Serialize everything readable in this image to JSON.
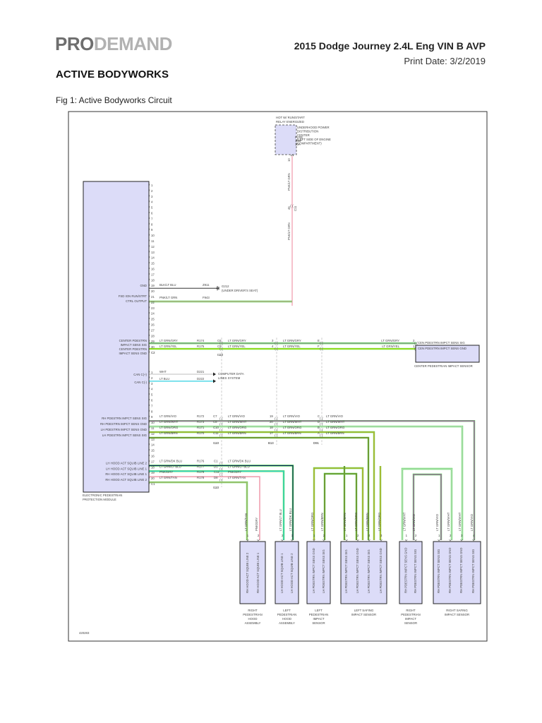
{
  "header": {
    "logo_part1": "PRO",
    "logo_part2": "DEMAND",
    "vehicle": "2015 Dodge Journey 2.4L Eng VIN B AVP",
    "print_date": "Print Date: 3/2/2019",
    "section_title": "ACTIVE BODYWORKS",
    "figure_caption": "Fig 1: Active Bodyworks Circuit"
  },
  "diagram": {
    "figure_id": "420283",
    "colors": {
      "module_fill": "#dcdcf8",
      "lt_grn": "#4cd94c",
      "pnk": "#f0a0b0",
      "vio": "#c040c0",
      "wht": "#dddddd",
      "org": "#e8a020",
      "brn": "#8a6a20",
      "yel": "#c8e000",
      "gry": "#999999",
      "dk_blu": "#102060",
      "lt_blu": "#30d0e0",
      "tan": "#c8b080",
      "blk": "#333333"
    },
    "fuse_box": {
      "header": [
        "HOT W/ RUN/START",
        "RELAY ENERGIZED"
      ],
      "label": [
        "UNDERHOOD POWER",
        "DISTRIBUTION",
        "CENTER",
        "(LEFT SIDE OF ENGINE",
        "COMPARTMENT)"
      ],
      "fuse": [
        "FUSE",
        "108F",
        "10A"
      ],
      "pin": "10",
      "wire_upper": "PNK/LT GRN",
      "wire_lower": "PNK/LT GRN",
      "inline_pin": "46",
      "inline_conn": "C11"
    },
    "module": {
      "name": [
        "ELECTRONIC PEDESTRIAN",
        "PROTECTION MODULE"
      ],
      "conn1_pins": [
        "1",
        "2",
        "3",
        "4",
        "5",
        "6",
        "7",
        "8",
        "9",
        "10",
        "11",
        "12",
        "13",
        "14",
        "15",
        "16",
        "17",
        "18",
        "19",
        "20",
        "21",
        "22",
        "23",
        "24",
        "25",
        "26",
        "27",
        "28",
        "29",
        "30",
        "C2"
      ],
      "conn2_pins": [
        "1",
        "2",
        "3",
        "4",
        "5",
        "6",
        "7",
        "8",
        "9",
        "10",
        "11",
        "12",
        "13",
        "14",
        "15",
        "16",
        "17",
        "18",
        "19",
        "20",
        "C1"
      ],
      "pin_labels": {
        "gnd": "GND",
        "fsd1": "FSD IGN RUN/STRT",
        "fsd2": "CTRL OUTPUT",
        "cen_sig1": "CENTER PDESTRN",
        "cen_sig2": "IMPACT SENS SIG",
        "cen_gnd1": "CENTER PDESTRN",
        "cen_gnd2": "IMPACT SENS GND",
        "can_h": "CAN C(+)",
        "can_l": "CAN C(-)",
        "rh_sig": "RH PDESTRN IMPCT SENS SIG",
        "rh_gnd": "RH PDESTRN IMPCT SENS GND",
        "lh_gnd": "LH PDESTRN IMPCT SENS GND",
        "lh_sig": "LH PDESTRN IMPCT SENS SIG",
        "lh_sq2": "LH HOOD ACT SQUIB LINE 2",
        "lh_sq1": "LH HOOD ACT SQUIB LINE 1",
        "rh_sq1": "RH HOOD ACT SQUIB LINE 1",
        "rh_sq2": "RH HOOD ACT SQUIB LINE 2"
      }
    },
    "ground": {
      "pin": "19",
      "wire": "BLK/LT BLU",
      "circuit": "Z911",
      "ground_id": "G212",
      "location": "(UNDER DRIVER'S SEAT)"
    },
    "fsd": {
      "pin": "21",
      "wire": "PNK/LT GRN",
      "circuit": "F943"
    },
    "center_circuits": [
      {
        "pin": "29",
        "wire": "LT GRN/GRY",
        "circuit": "R174",
        "c1": "C6",
        "wire2": "LT GRN/GRY",
        "p2": "3",
        "wire3": "LT GRN/GRY",
        "p3": "E",
        "wire4": "LT GRN/GRY",
        "p4": "2"
      },
      {
        "pin": "30",
        "wire": "LT GRN/YEL",
        "circuit": "R175",
        "c1": "C5",
        "wire2": "LT GRN/YEL",
        "p2": "4",
        "wire3": "LT GRN/YEL",
        "p3": "F",
        "wire4": "LT GRN/YEL",
        "p4": "1"
      }
    ],
    "center_conns": [
      "I110"
    ],
    "center_sensor": {
      "pins": [
        "CEN PDESTRN IMPCT SENS SIG",
        "CEN PDESTRN IMPCT SENS GND"
      ],
      "name": "CENTER PEDESTRIAN IMPACT SENSOR"
    },
    "can": [
      {
        "pin": "1",
        "wire": "WHT",
        "circuit": "D221"
      },
      {
        "pin": "2",
        "wire": "LT BLU",
        "circuit": "D222"
      }
    ],
    "can_dest": [
      "COMPUTER DATA",
      "LINES SYSTEM"
    ],
    "sens_circuits": [
      {
        "pin": "9",
        "wire": "LT GRN/VIO",
        "circuit": "R172",
        "c1": "C7",
        "wire2": "LT GRN/VIO",
        "p2": "19",
        "wire3": "LT GRN/VIO",
        "p3": "C",
        "wire4": "LT GRN/VIO"
      },
      {
        "pin": "10",
        "wire": "LT GRN/WHT",
        "circuit": "R173",
        "c1": "C8",
        "wire2": "LT GRN/WHT",
        "p2": "20",
        "wire3": "LT GRN/WHT",
        "p3": "D",
        "wire4": "LT GRN/WHT"
      },
      {
        "pin": "11",
        "wire": "LT GRN/ORG",
        "circuit": "R171",
        "c1": "C10",
        "wire2": "LT GRN/ORG",
        "p2": "18",
        "wire3": "LT GRN/ORG",
        "p3": "B",
        "wire4": "LT GRN/ORG"
      },
      {
        "pin": "12",
        "wire": "LT GRN/BRN",
        "circuit": "R170",
        "c1": "C11",
        "wire2": "LT GRN/BRN",
        "p2": "17",
        "wire3": "LT GRN/BRN",
        "p3": "A",
        "wire4": "LT GRN/BRN"
      }
    ],
    "sens_conns": {
      "c2": "I110",
      "c3": "B13",
      "c4": "D91"
    },
    "squib_circuits": [
      {
        "pin": "17",
        "wire": "LT GRN/DK BLU",
        "circuit": "R176",
        "c1": "C1",
        "wire2": "LT GRN/DK BLU"
      },
      {
        "pin": "18",
        "wire": "LT GRN/LT BLU",
        "circuit": "R177",
        "c1": "D1",
        "wire2": "LT GRN/LT BLU"
      },
      {
        "pin": "19",
        "wire": "PNK/GRY",
        "circuit": "R179",
        "c1": "C12",
        "wire2": "PNK/GRY"
      },
      {
        "pin": "20",
        "wire": "LT GRN/TAN",
        "circuit": "R178",
        "c1": "D8",
        "wire2": "LT GRN/TAN"
      }
    ],
    "components": [
      {
        "name": [
          "RIGHT",
          "PEDESTRIAN",
          "HOOD",
          "ASSEMBLY"
        ],
        "pins": [
          {
            "num": "1",
            "wire": "LT GRN/TAN",
            "label": "RH HOOD ACT SQUIB LINE 2"
          },
          {
            "num": "2",
            "wire": "PNK/GRY",
            "label": "RH HOOD ACT SQUIB LINE 1"
          }
        ]
      },
      {
        "name": [
          "LEFT",
          "PEDESTRIAN",
          "HOOD",
          "ASSEMBLY"
        ],
        "pins": [
          {
            "num": "2",
            "wire": "LT GRN/LT BLU",
            "label": "LH HOOD ACT SQUIB LINE 1"
          },
          {
            "num": "1",
            "wire": "LT GRN/DK BLU",
            "label": "LH HOOD ACT SQUIB LINE 2"
          }
        ]
      },
      {
        "name": [
          "LEFT",
          "PEDESTRIAN",
          "IMPACT",
          "SENSOR"
        ],
        "pins": [
          {
            "num": "1",
            "wire": "LT GRN/ORG",
            "label": "LH PDESTRN IMPCT SENS GND"
          },
          {
            "num": "2",
            "wire": "LT GRN/BRN",
            "label": "LH PDESTRN IMPCT SENS SIG"
          }
        ]
      },
      {
        "name": [
          "LEFT SAFING",
          "IMPACT SENSOR"
        ],
        "pins": [
          {
            "num": "1",
            "wire": "LT GRN/BRN",
            "label": "LH PDESTRN IMPCT SENS SIG"
          },
          {
            "num": "2",
            "wire": "LT GRN/ORG",
            "label": "LH PDESTRN IMPCT SENS GND"
          },
          {
            "num": "4",
            "wire": "LT GRN/BRN",
            "label": "LH PDESTRN IMPCT SENS SIG"
          },
          {
            "num": "3",
            "wire": "LT GRN/ORG",
            "label": "LH PDESTRN IMPCT SENS GND"
          }
        ]
      },
      {
        "name": [
          "RIGHT",
          "PEDESTRIAN",
          "IMPACT",
          "SENSOR"
        ],
        "pins": [
          {
            "num": "1",
            "wire": "LT GRN/WHT",
            "label": "RH PDESTRN IMPCT SENS GND"
          },
          {
            "num": "2",
            "wire": "LT GRN/VIO",
            "label": "RH PDESTRN IMPCT SENS SIG"
          }
        ]
      },
      {
        "name": [
          "RIGHT SAFING",
          "IMPACT SENSOR"
        ],
        "pins": [
          {
            "num": "1",
            "wire": "LT GRN/VIO",
            "label": "RH PDESTRN IMPCT SENS SIG"
          },
          {
            "num": "2",
            "wire": "LT GRN/WHT",
            "label": "RH PDESTRN IMPCT SENS GND"
          },
          {
            "num": "3",
            "wire": "LT GRN/WHT",
            "label": "RH PDESTRN IMPCT SENS GND"
          },
          {
            "num": "4",
            "wire": "LT GRN/VIO",
            "label": "RH PDESTRN IMPCT SENS SIG"
          }
        ]
      }
    ]
  }
}
